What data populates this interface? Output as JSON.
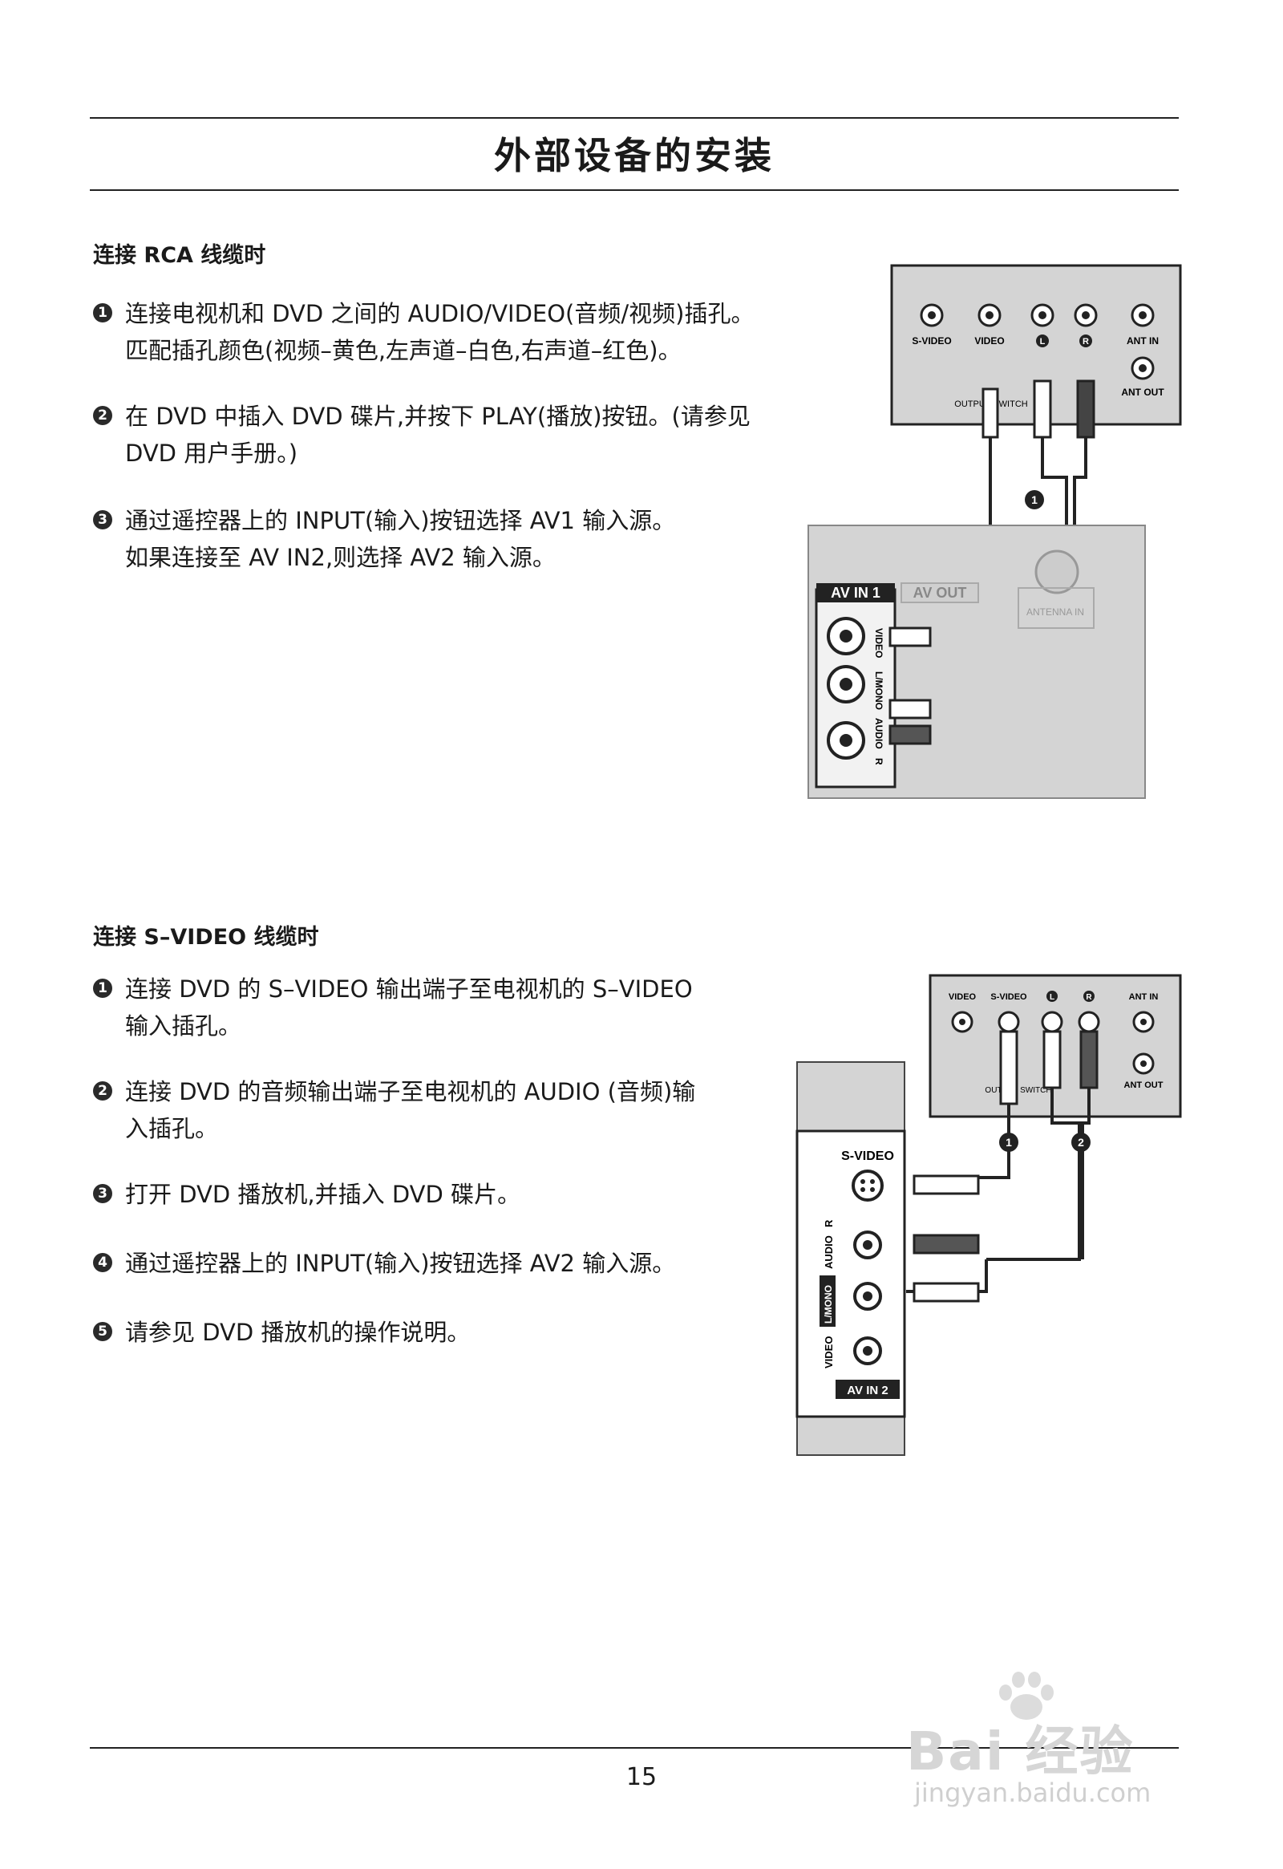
{
  "page": {
    "title": "外部设备的安装",
    "page_number": "15"
  },
  "section_rca": {
    "heading": "连接 RCA 线缆时",
    "steps": [
      {
        "num": "1",
        "text": "连接电视机和 DVD 之间的 AUDIO/VIDEO(音频/视频)插孔。\n匹配插孔颜色(视频–黄色,左声道–白色,右声道–红色)。"
      },
      {
        "num": "2",
        "text": "在 DVD 中插入 DVD 碟片,并按下 PLAY(播放)按钮。(请参见\nDVD 用户手册。)"
      },
      {
        "num": "3",
        "text": "通过遥控器上的 INPUT(输入)按钮选择 AV1 输入源。\n如果连接至 AV IN2,则选择 AV2 输入源。"
      }
    ],
    "diagram": {
      "dvd_labels": [
        "S-VIDEO",
        "VIDEO",
        "L",
        "R",
        "ANT IN",
        "ANT OUT",
        "OUTPUT SWITCH"
      ],
      "tv_labels": [
        "AV IN 1",
        "AV OUT",
        "ANTENNA IN",
        "VIDEO",
        "L/MONO",
        "AUDIO",
        "R"
      ],
      "callout": "1"
    }
  },
  "section_svideo": {
    "heading": "连接 S–VIDEO 线缆时",
    "steps": [
      {
        "num": "1",
        "text": "连接 DVD 的 S–VIDEO 输出端子至电视机的 S–VIDEO\n输入插孔。"
      },
      {
        "num": "2",
        "text": "连接 DVD 的音频输出端子至电视机的 AUDIO (音频)输\n入插孔。"
      },
      {
        "num": "3",
        "text": "打开 DVD 播放机,并插入 DVD 碟片。"
      },
      {
        "num": "4",
        "text": "通过遥控器上的 INPUT(输入)按钮选择 AV2 输入源。"
      },
      {
        "num": "5",
        "text": "请参见 DVD 播放机的操作说明。"
      }
    ],
    "diagram": {
      "dvd_labels": [
        "VIDEO",
        "S-VIDEO",
        "L",
        "R",
        "ANT IN",
        "ANT OUT",
        "OUTPUT SWITCH"
      ],
      "tv_labels": [
        "S-VIDEO",
        "VIDEO",
        "L/MONO",
        "AUDIO",
        "R",
        "AV IN 2"
      ],
      "callouts": [
        "1",
        "2"
      ]
    }
  },
  "watermark": {
    "brand": "Bai 经验",
    "url": "jingyan.baidu.com"
  }
}
